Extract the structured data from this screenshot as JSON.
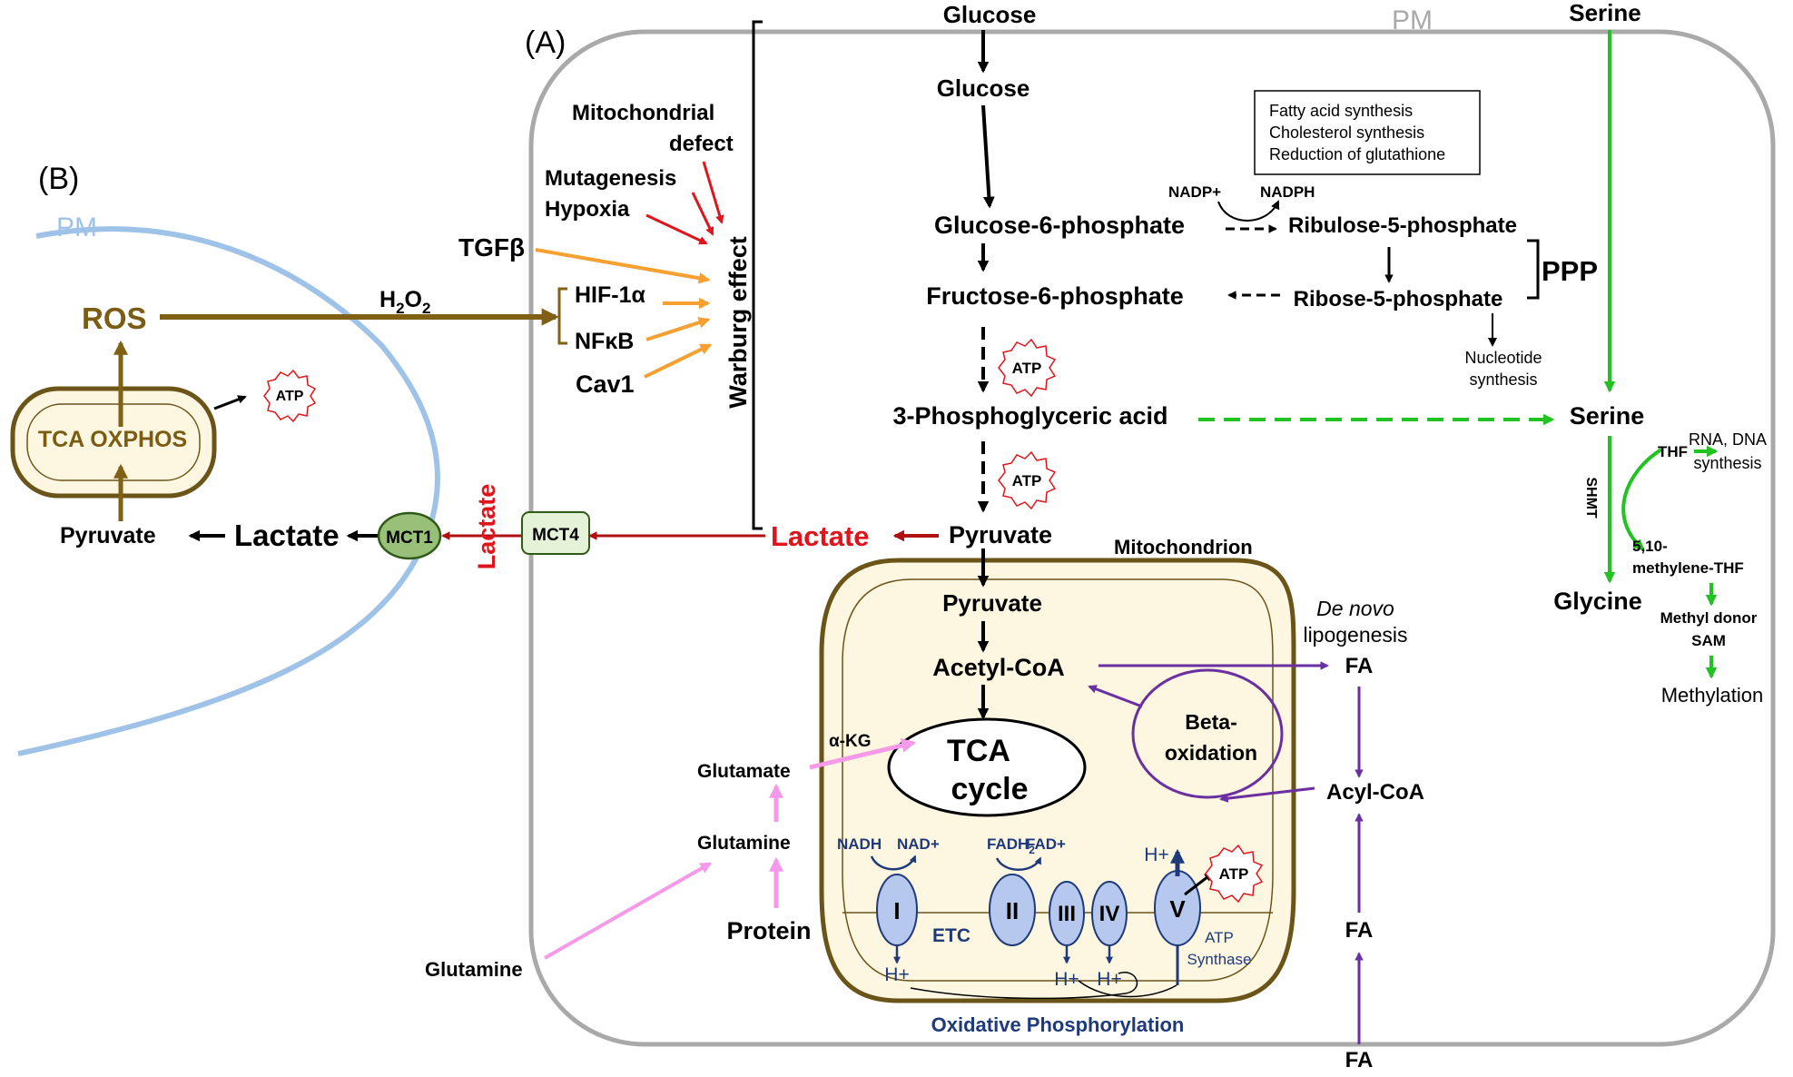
{
  "colors": {
    "cell_membrane": "#a9a9a9",
    "other_cell_membrane": "#9fc3e8",
    "mitochondrion_fill": "#fdf6e0",
    "mitochondrion_border": "#6b5418",
    "lactate_arrow": "#b01010",
    "warburg_inputs_red": "#e0141b",
    "warburg_inputs_orange": "#f5a030",
    "ros_brown": "#806014",
    "serine_green": "#22c222",
    "lipid_purple": "#6a2fa0",
    "glutamine_pink": "#f59ae8",
    "etc_blue": "#1f3a7a",
    "complex_fill": "#b6c8ee",
    "mct1_fill": "#98c078",
    "mct4_fill": "#e4f2d8"
  },
  "panels": {
    "a": "(A)",
    "b": "(B)"
  },
  "membranes": {
    "cell_a": "PM",
    "cell_b": "PM"
  },
  "glycolysis": {
    "glucose_outside": "Glucose",
    "glucose": "Glucose",
    "g6p": "Glucose-6-phosphate",
    "f6p": "Fructose-6-phosphate",
    "pga": "3-Phosphoglyceric acid",
    "pyruvate": "Pyruvate",
    "lactate": "Lactate",
    "atp": "ATP"
  },
  "ppp": {
    "label": "PPP",
    "nadp": "NADP+",
    "nadph": "NADPH",
    "ribulose": "Ribulose-5-phosphate",
    "ribose": "Ribose-5-phosphate",
    "nucleotide": [
      "Nucleotide",
      "synthesis"
    ],
    "box_lines": [
      "Fatty acid synthesis",
      "Cholesterol synthesis",
      "Reduction of glutathione"
    ]
  },
  "warburg": {
    "label": "Warburg effect",
    "mito_defect": [
      "Mitochondrial",
      "defect"
    ],
    "mutagenesis": "Mutagenesis",
    "hypoxia": "Hypoxia",
    "tgfb": "TGFβ",
    "hif": "HIF-1α",
    "nfkb": "NFκB",
    "cav1": "Cav1",
    "h2o2_main": "H",
    "h2o2_sub1": "2",
    "h2o2_mid": "O",
    "h2o2_sub2": "2"
  },
  "cell_b": {
    "ros": "ROS",
    "tca_oxphos": "TCA OXPHOS",
    "atp": "ATP",
    "pyruvate": "Pyruvate",
    "lactate": "Lactate",
    "mct1": "MCT1",
    "mct4": "MCT4",
    "lactate_vertical": "Lactate"
  },
  "mitochondrion": {
    "label": "Mitochondrion",
    "pyruvate": "Pyruvate",
    "acetyl_coa": "Acetyl-CoA",
    "tca": [
      "TCA",
      "cycle"
    ],
    "beta_ox": [
      "Beta-",
      "oxidation"
    ],
    "akg": "α-KG",
    "nadh": "NADH",
    "nad": "NAD+",
    "fadh_main": "FADH",
    "fadh_sub": "2",
    "fad": "FAD+",
    "complexes": [
      "I",
      "II",
      "III",
      "IV",
      "V"
    ],
    "etc": "ETC",
    "hplus": "H+",
    "atp": "ATP",
    "atp_synthase": [
      "ATP",
      "Synthase"
    ],
    "oxphos": "Oxidative Phosphorylation"
  },
  "glutamine": {
    "glutamate": "Glutamate",
    "glutamine_in": "Glutamine",
    "protein": "Protein",
    "glutamine_out": "Glutamine"
  },
  "lipid": {
    "de_novo": "De novo",
    "lipogenesis": "lipogenesis",
    "fa": "FA",
    "acyl_coa": "Acyl-CoA"
  },
  "serine": {
    "serine_outside": "Serine",
    "serine": "Serine",
    "thf": "THF",
    "rna_dna": [
      "RNA, DNA",
      "synthesis"
    ],
    "shmt": "SHMT",
    "methylene": [
      "5,10-",
      "methylene-THF"
    ],
    "glycine": "Glycine",
    "methyl_donor": [
      "Methyl donor",
      "SAM"
    ],
    "methylation": "Methylation"
  }
}
